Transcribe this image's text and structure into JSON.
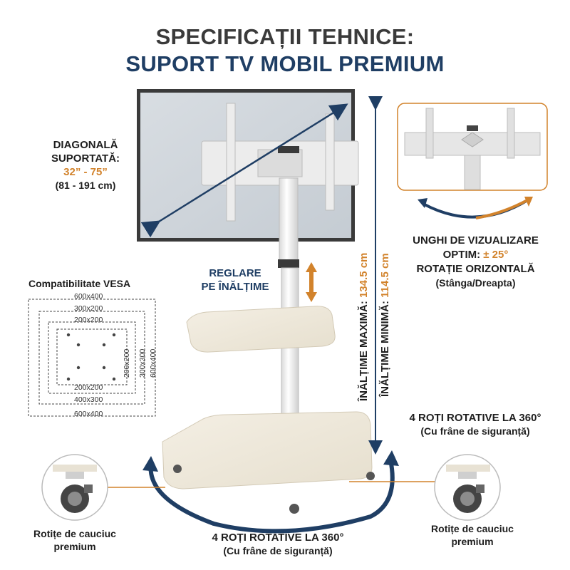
{
  "header": {
    "title_line1": "SPECIFICAȚII TEHNICE:",
    "title_line2": "SUPORT TV MOBIL PREMIUM"
  },
  "diagonal": {
    "label_line1": "DIAGONALĂ",
    "label_line2": "SUPORTATĂ:",
    "range": "32” - 75”",
    "range_cm": "(81 - 191 cm)"
  },
  "height_adjust": {
    "line1": "REGLARE",
    "line2": "PE ÎNĂLȚIME"
  },
  "height_max": {
    "label": "ÎNĂLȚIME MAXIMĂ:",
    "value": "134.5 cm"
  },
  "height_min": {
    "label": "ÎNĂLȚIME MINIMĂ:",
    "value": "114.5 cm"
  },
  "viewing": {
    "line1": "UNGHI DE VIZUALIZARE",
    "line2_prefix": "OPTIM: ",
    "line2_value": "± 25°",
    "line3": "ROTAȚIE ORIZONTALĂ",
    "line4": "(Stânga/Dreapta)"
  },
  "vesa": {
    "title": "Compatibilitate VESA",
    "top_labels": [
      "600x400",
      "300x200",
      "200x200"
    ],
    "bottom_labels": [
      "200x200",
      "400x300",
      "600x400"
    ],
    "right_labels": [
      "200x200",
      "300x300",
      "600x400"
    ]
  },
  "wheels_right": {
    "line1": "4 ROȚI ROTATIVE LA 360°",
    "line2": "(Cu frâne de siguranță)"
  },
  "wheels_bottom": {
    "line1": "4 ROȚI ROTATIVE LA 360°",
    "line2": "(Cu frâne de siguranță)"
  },
  "rubber_left": {
    "line1": "Rotițe de cauciuc",
    "line2": "premium"
  },
  "rubber_right": {
    "line1": "Rotițe de cauciuc",
    "line2": "premium"
  },
  "colors": {
    "navy": "#1f3e64",
    "orange": "#d2832c",
    "wood": "#efe9dc",
    "pole": "#f3f3f3"
  }
}
